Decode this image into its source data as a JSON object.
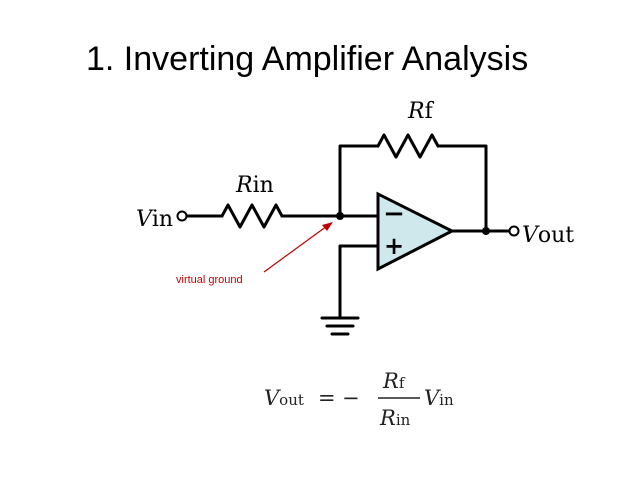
{
  "title": "1. Inverting Amplifier Analysis",
  "labels": {
    "rf_main": "R",
    "rf_sub": "f",
    "rin_main": "R",
    "rin_sub": "in",
    "vin_main": "V",
    "vin_sub": "in",
    "vout_main": "V",
    "vout_sub": "out",
    "minus": "−",
    "plus": "+",
    "note": "virtual ground"
  },
  "formula": {
    "lhs_main": "V",
    "lhs_sub": "out",
    "equals": "=",
    "neg": "−",
    "num_main": "R",
    "num_sub": "f",
    "den_main": "R",
    "den_sub": "in",
    "rhs_main": "V",
    "rhs_sub": "in"
  },
  "colors": {
    "opamp_fill": "#cfe8ec",
    "note": "#c00000",
    "wire": "#000000"
  }
}
